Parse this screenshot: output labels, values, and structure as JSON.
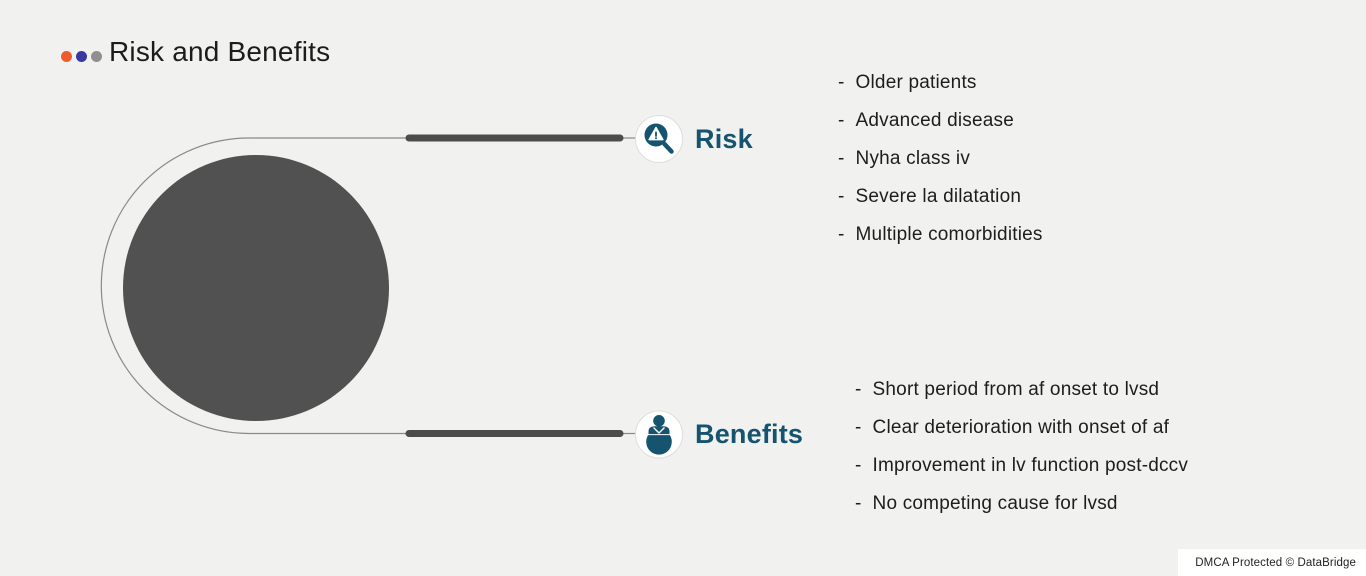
{
  "header": {
    "title": "Risk and Benefits",
    "dot_colors": [
      "#ef5b2a",
      "#3838a2",
      "#909090"
    ]
  },
  "diagram": {
    "circle_color": "#515151",
    "bar_color": "#4c4c4c",
    "line_color": "#8a8a8a",
    "accent_color": "#15536e"
  },
  "bullet_marker": "-",
  "sections": [
    {
      "label": "Risk",
      "icon": "magnifier-warning-icon",
      "items": [
        "Older patients",
        "Advanced disease",
        "Nyha class iv",
        "Severe la dilatation",
        "Multiple comorbidities"
      ]
    },
    {
      "label": "Benefits",
      "icon": "person-icon",
      "items": [
        "Short period from af onset to lvsd",
        "Clear deterioration with onset of af",
        "Improvement in lv function post-dccv",
        "No competing cause for lvsd"
      ]
    }
  ],
  "footer": {
    "watermark": "DMCA Protected © DataBridge"
  }
}
